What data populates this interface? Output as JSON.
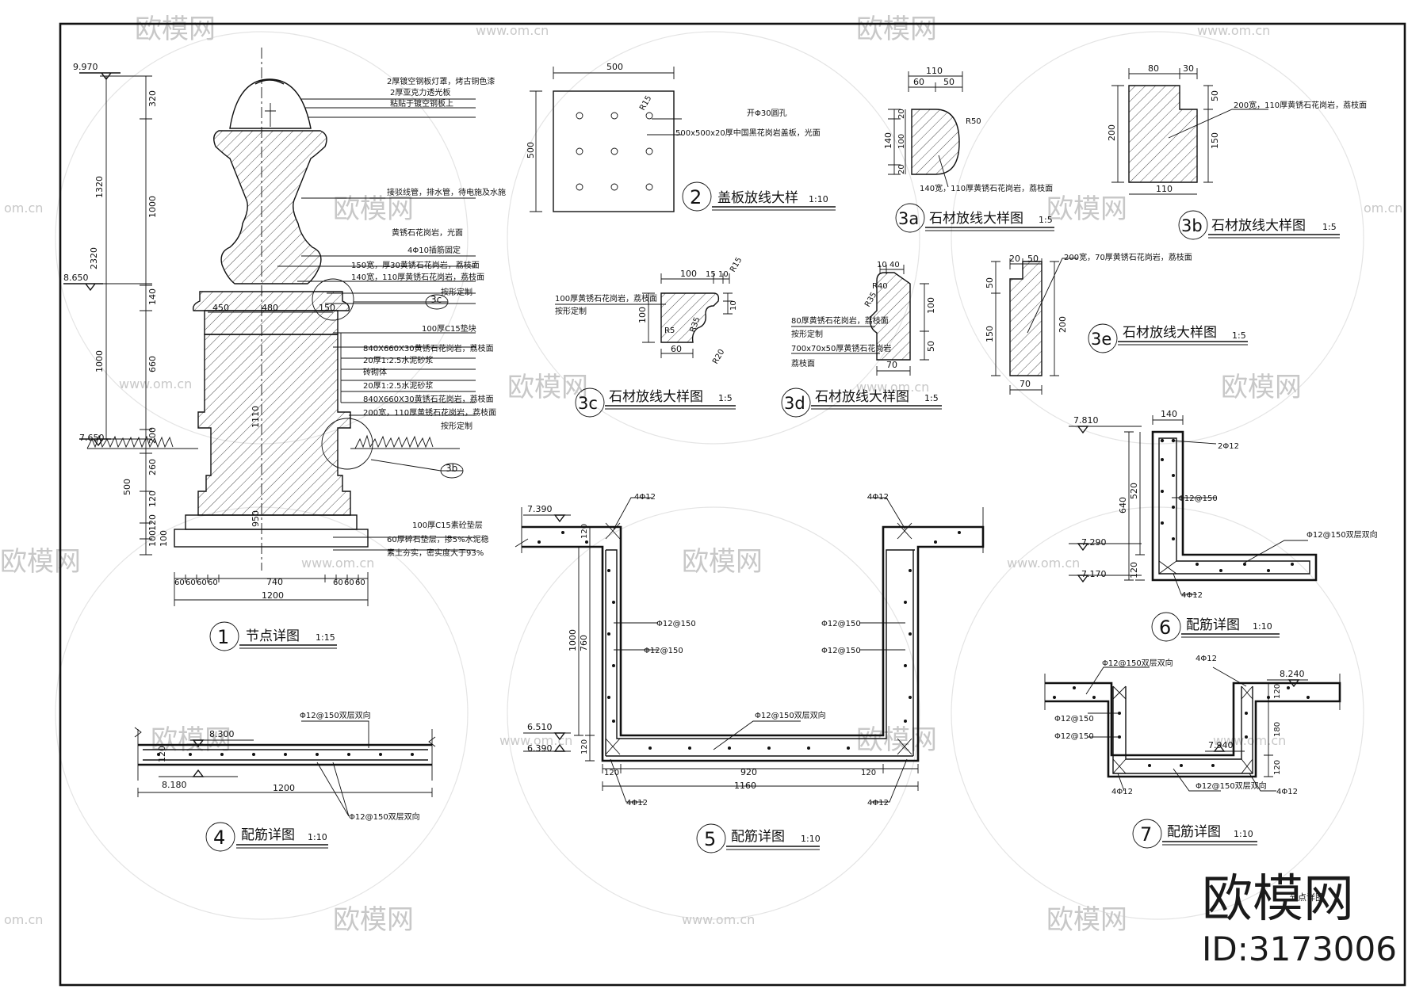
{
  "watermark": {
    "brand_cn": "欧模网",
    "site": "www.om.cn",
    "site_short": "om.cn",
    "id_label": "ID:3173006"
  },
  "sheet_label": "节点详图",
  "detail1": {
    "num": "1",
    "title": "节点详图",
    "scale": "1:15",
    "levels": [
      "9.970",
      "8.650",
      "7.650"
    ],
    "dims_v_outer": [
      "1320",
      "1000",
      "2320"
    ],
    "dims_v_inner": [
      "320",
      "1000",
      "140",
      "660",
      "200",
      "260",
      "500",
      "120",
      "120",
      "100",
      "100"
    ],
    "dims_h": [
      "450",
      "480",
      "150",
      "60",
      "60",
      "60",
      "60",
      "740",
      "1200",
      "1110",
      "950"
    ],
    "notes": [
      "2厚镀空钢板灯罩，烤古铜色漆",
      "2厚亚克力透光板",
      "粘贴于镀空钢板上",
      "接驳线管，排水管，待电施及水施",
      "黄锈石花岗岩，光面",
      "4Φ10插筋固定",
      "150宽，厚30黄锈石花岗岩，荔枝面",
      "140宽，110厚黄锈石花岗岩，荔枝面",
      "按形定制",
      "100厚C15垫块",
      "840X660X30黄锈石花岗岩，荔枝面",
      "20厚1:2.5水泥砂浆",
      "砖砌体",
      "20厚1:2.5水泥砂浆",
      "840X660X30黄锈石花岗岩，荔枝面",
      "200宽，110厚黄锈石花岗岩，荔枝面",
      "按形定制",
      "100厚C15素砼垫层",
      "60厚碎石垫层，掺5%水泥稳",
      "素土夯实，密实度大于93%"
    ],
    "callouts": [
      "3c",
      "3b"
    ]
  },
  "detail2": {
    "num": "2",
    "title": "盖板放线大样",
    "scale": "1:10",
    "width": "500",
    "height": "500",
    "radius": "R15",
    "notes": [
      "开Φ30圆孔",
      "500x500x20厚中国黑花岗岩盖板，光面"
    ]
  },
  "detail3a": {
    "num": "3a",
    "title": "石材放线大样图",
    "scale": "1:5",
    "dims": [
      "110",
      "60",
      "50",
      "20",
      "100",
      "20",
      "140",
      "R50"
    ],
    "note": "140宽，110厚黄锈石花岗岩，荔枝面"
  },
  "detail3b": {
    "num": "3b",
    "title": "石材放线大样图",
    "scale": "1:5",
    "dims": [
      "80",
      "30",
      "50",
      "150",
      "200",
      "110"
    ],
    "note": "200宽，110厚黄锈石花岗岩，荔枝面"
  },
  "detail3c": {
    "num": "3c",
    "title": "石材放线大样图",
    "scale": "1:5",
    "dims": [
      "100",
      "15",
      "10",
      "R15",
      "100",
      "R35",
      "R20",
      "60",
      "R5",
      "10"
    ],
    "notes": [
      "100厚黄锈石花岗岩，荔枝面",
      "按形定制"
    ]
  },
  "detail3d": {
    "num": "3d",
    "title": "石材放线大样图",
    "scale": "1:5",
    "dims": [
      "10",
      "40",
      "R40",
      "R35",
      "100",
      "50",
      "70"
    ],
    "notes": [
      "80厚黄锈石花岗岩，荔枝面",
      "按形定制",
      "700x70x50厚黄锈石花岗岩",
      "荔枝面"
    ]
  },
  "detail3e": {
    "num": "3e",
    "title": "石材放线大样图",
    "scale": "1:5",
    "dims": [
      "20",
      "50",
      "50",
      "150",
      "200",
      "70"
    ],
    "note": "200宽，70厚黄锈石花岗岩，荔枝面"
  },
  "detail4": {
    "num": "4",
    "title": "配筋详图",
    "scale": "1:10",
    "levels": [
      "8.300",
      "8.180"
    ],
    "dims": [
      "120",
      "1200"
    ],
    "notes": [
      "Φ12@150双层双向",
      "Φ12@150双层双向"
    ]
  },
  "detail5": {
    "num": "5",
    "title": "配筋详图",
    "scale": "1:10",
    "levels": [
      "7.390",
      "6.510",
      "6.390"
    ],
    "dims": [
      "120",
      "1000",
      "760",
      "120",
      "120",
      "920",
      "120",
      "1160"
    ],
    "notes": [
      "4Φ12",
      "4Φ12",
      "Φ12@150",
      "Φ12@150",
      "Φ12@150",
      "Φ12@150",
      "Φ12@150双层双向",
      "4Φ12",
      "4Φ12"
    ]
  },
  "detail6": {
    "num": "6",
    "title": "配筋详图",
    "scale": "1:10",
    "levels": [
      "7.810",
      "7.290",
      "7.170"
    ],
    "dims": [
      "140",
      "640",
      "520",
      "120"
    ],
    "notes": [
      "2Φ12",
      "Φ12@150",
      "Φ12@150双层双向",
      "4Φ12"
    ]
  },
  "detail7": {
    "num": "7",
    "title": "配筋详图",
    "scale": "1:10",
    "levels": [
      "8.240",
      "7.940"
    ],
    "dims": [
      "120",
      "180",
      "120"
    ],
    "notes": [
      "Φ12@150双层双向",
      "4Φ12",
      "Φ12@150",
      "Φ12@150",
      "Φ12@150双层双向",
      "4Φ12",
      "4Φ12"
    ]
  }
}
